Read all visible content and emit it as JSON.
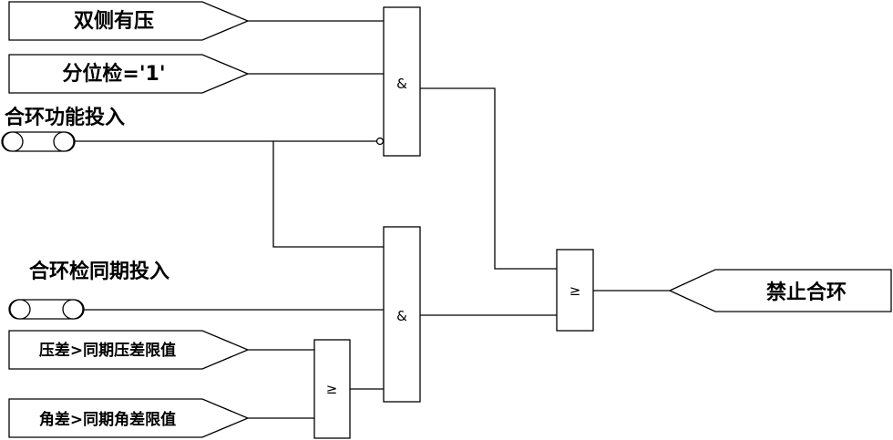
{
  "inputs": {
    "double_side_voltage": "双侧有压",
    "breaker_open": "分位检='1'",
    "voltage_diff": "压差>同期压差限值",
    "angle_diff": "角差>同期角差限值"
  },
  "switches": {
    "loop_close_enable": "合环功能投入",
    "loop_close_sync_enable": "合环检同期投入"
  },
  "gates": {
    "and_top": "&",
    "and_bottom": "&",
    "or_small": "≥",
    "or_final": "≥"
  },
  "output": {
    "block_loop_close": "禁止合环"
  }
}
